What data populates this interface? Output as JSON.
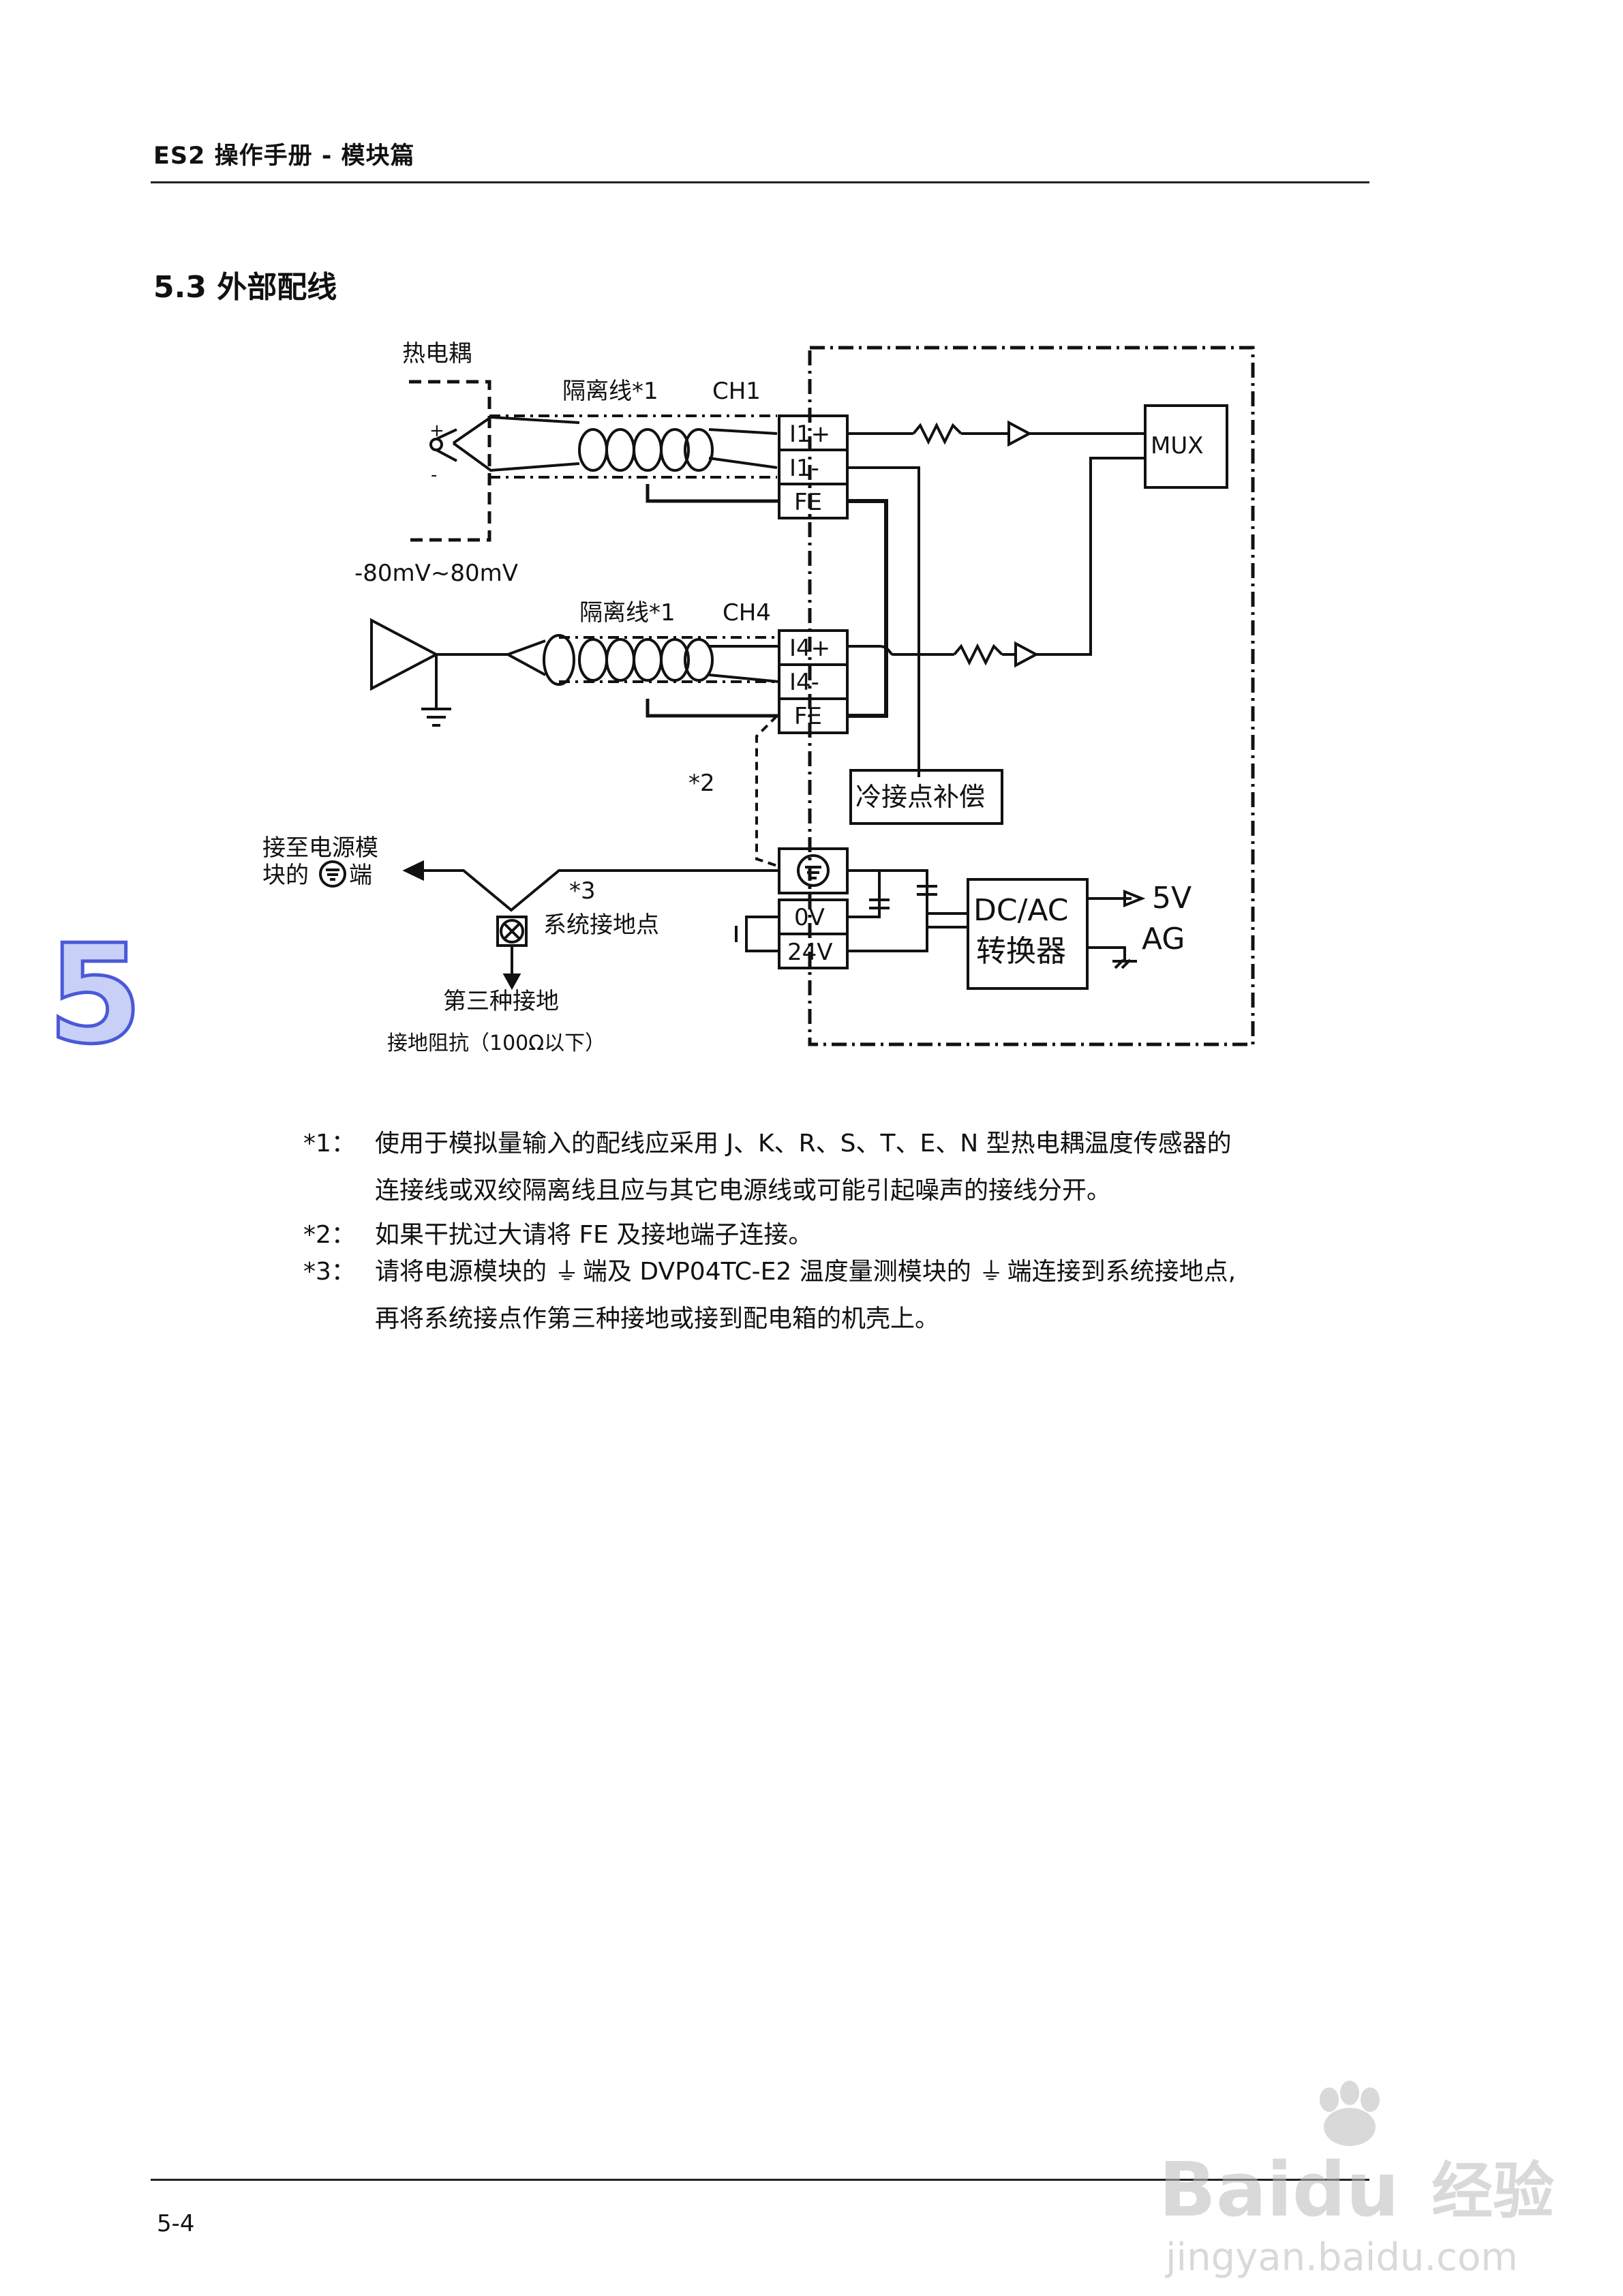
{
  "header": {
    "title": "ES2 操作手册 - 模块篇"
  },
  "section": {
    "title": "5.3  外部配线"
  },
  "chapter_tab": "5",
  "diagram": {
    "thermocouple_label": "热电耦",
    "shield_ch1_label": "隔离线*1",
    "ch1_label": "CH1",
    "plus_label": "+",
    "minus_label": "-",
    "range_label": "-80mV~80mV",
    "shield_ch4_label": "隔离线*1",
    "ch4_label": "CH4",
    "terminals_ch1": [
      "I1+",
      "I1-",
      "FE"
    ],
    "terminals_ch4": [
      "I4+",
      "I4-",
      "FE"
    ],
    "mux_label": "MUX",
    "cold_junction_label": "冷接点补偿",
    "note2_mark": "*2",
    "note3_mark": "*3",
    "power_module_label_line1": "接至电源模",
    "power_module_label_line2": "块的",
    "power_module_label_end": "端",
    "system_ground_label": "系统接地点",
    "third_ground_label": "第三种接地",
    "ground_resistance_label": "接地阻抗（100Ω以下）",
    "power_terminals": [
      "0V",
      "24V"
    ],
    "converter_line1": "DC/AC",
    "converter_line2": "转换器",
    "out_5v": "5V",
    "out_ag": "AG"
  },
  "notes": [
    {
      "mark": "*1：",
      "lines": [
        "使用于模拟量输入的配线应采用 J、K、R、S、T、E、N 型热电耦温度传感器的",
        "连接线或双绞隔离线且应与其它电源线或可能引起噪声的接线分开。"
      ]
    },
    {
      "mark": "*2：",
      "lines": [
        "如果干扰过大请将 FE 及接地端子连接。"
      ]
    },
    {
      "mark": "*3：",
      "lines_parts": [
        "请将电源模块的",
        "端及 DVP04TC-E2 温度量测模块的",
        "端连接到系统接地点,"
      ],
      "line2": "再将系统接点作第三种接地或接到配电箱的机壳上。"
    }
  ],
  "footer": {
    "page": "5-4"
  },
  "watermark": {
    "brand": "Baidu",
    "cn": "经验",
    "url": "jingyan.baidu.com"
  }
}
